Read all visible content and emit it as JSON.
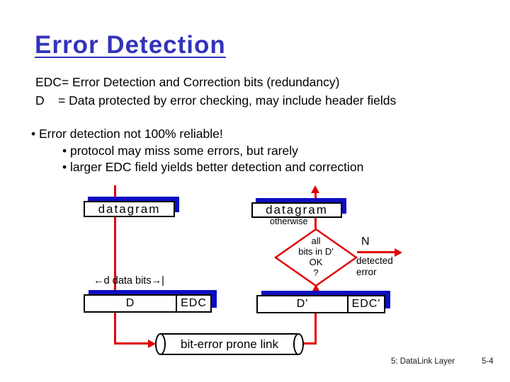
{
  "slide": {
    "title": "Error Detection",
    "definitions": [
      "EDC= Error Detection and Correction bits (redundancy)",
      "D    = Data protected by error checking, may include header fields"
    ],
    "bullets": {
      "main": "• Error detection not 100% reliable!",
      "sub1": "• protocol may miss some errors, but rarely",
      "sub2": "• larger EDC field yields better detection and correction"
    }
  },
  "diagram": {
    "sender_datagram_label": "datagram",
    "receiver_datagram_label": "datagram",
    "d_data_bits_label": "←d data bits→|",
    "sender_fields": {
      "data": "D",
      "edc": "EDC"
    },
    "receiver_fields": {
      "data": "D'",
      "edc": "EDC'"
    },
    "link_label": "bit-error prone link",
    "otherwise_label": "otherwise",
    "decision_lines": [
      "all",
      "bits in D'",
      "OK",
      "?"
    ],
    "n_label": "N",
    "detected_error_lines": [
      "detected",
      "error"
    ],
    "colors": {
      "accent_red": "#e10000",
      "shadow_navy": "#0d0dc2",
      "title_blue": "#3333bb"
    }
  },
  "footer": {
    "section": "5: DataLink Layer",
    "page": "5-4"
  }
}
